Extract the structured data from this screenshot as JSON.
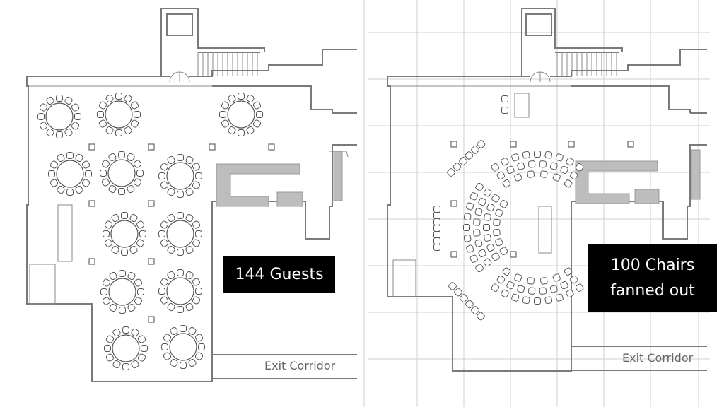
{
  "left_plan": {
    "guest_count_label": "144 Guests",
    "corridor_label": "Exit Corridor",
    "layout": "round-tables"
  },
  "right_plan": {
    "chairs_label": "100 Chairs\nfanned out",
    "corridor_label": "Exit Corridor",
    "layout": "fanned-chairs"
  },
  "colors": {
    "wall": "#7a7a7a",
    "label_background": "#000000",
    "label_text": "#ffffff",
    "bar_fill": "#bdbdbd",
    "grid": "#cfcfcf"
  }
}
